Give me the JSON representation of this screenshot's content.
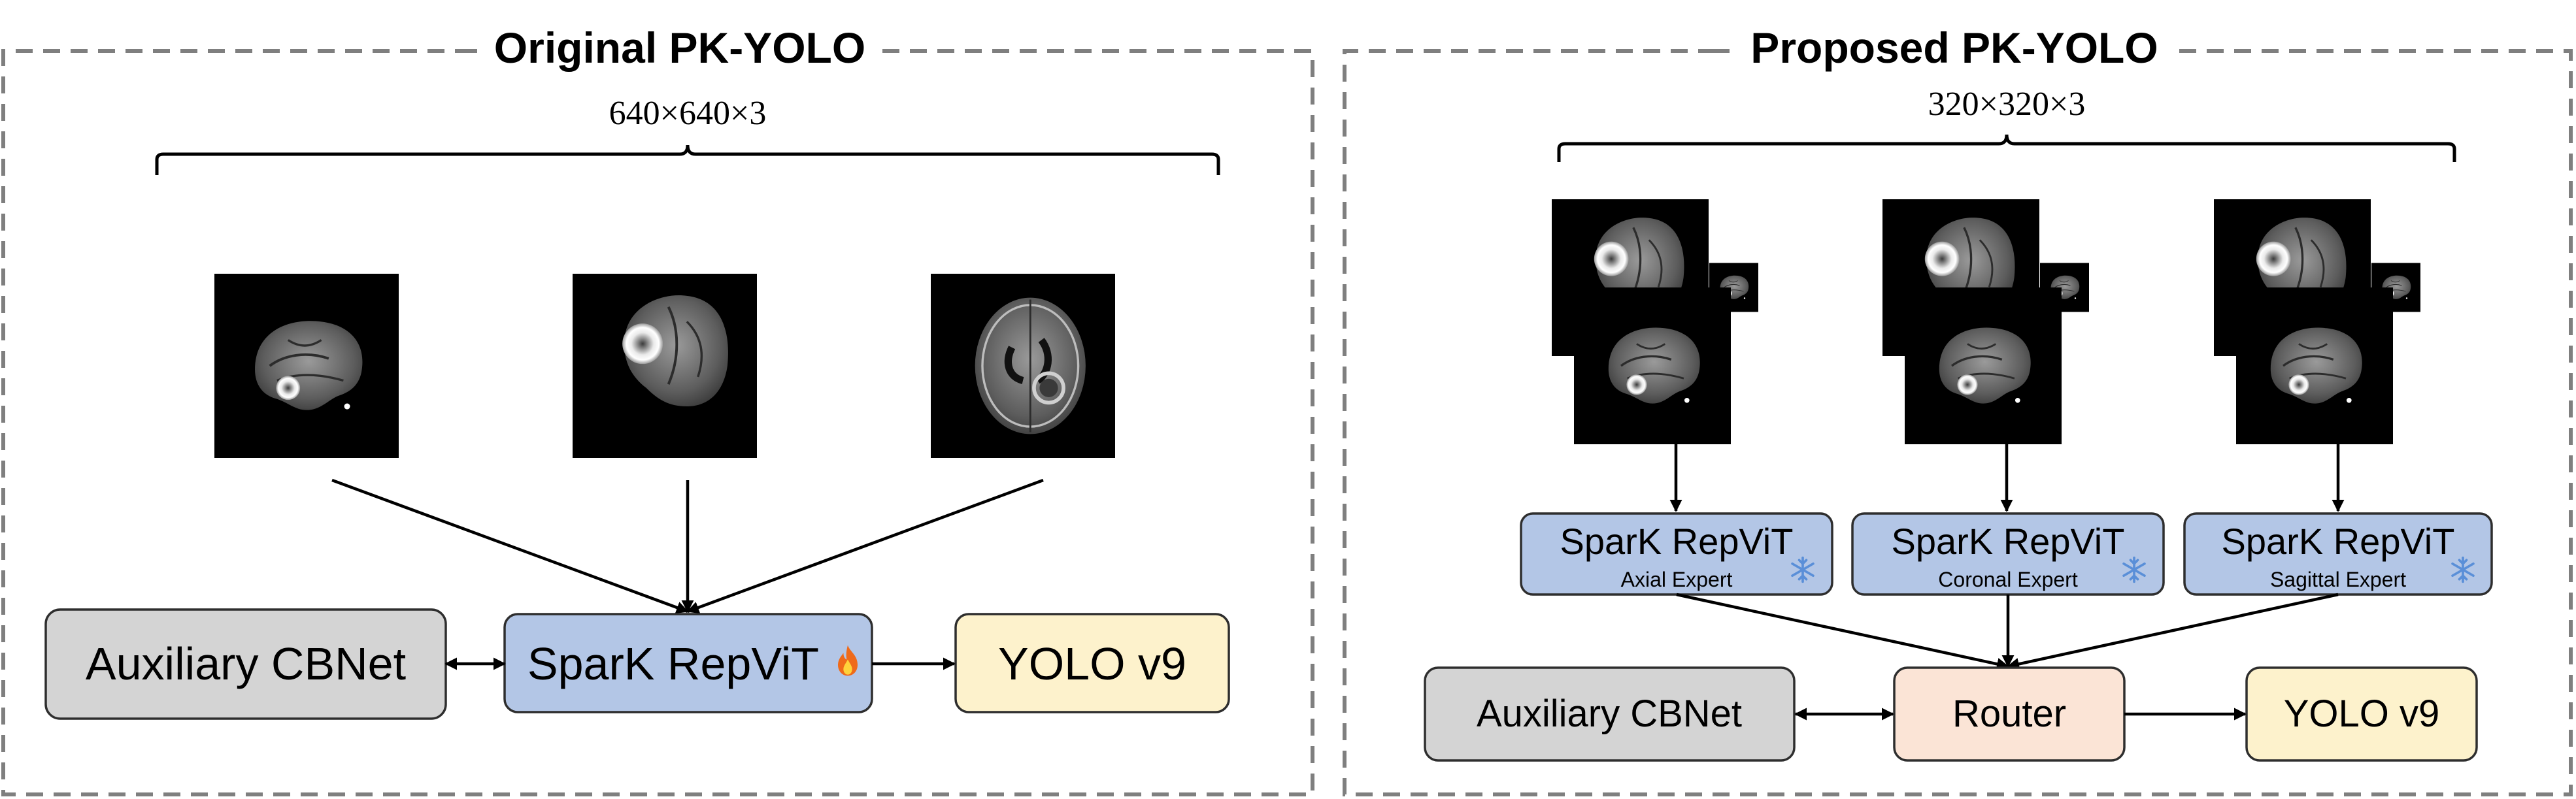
{
  "left_panel": {
    "title": "Original PK-YOLO",
    "input_size": "640×640×3",
    "auxiliary_label": "Auxiliary CBNet",
    "backbone_label": "SparK RepViT",
    "backbone_badge": "fire-icon",
    "detector_label": "YOLO v9"
  },
  "right_panel": {
    "title": "Proposed PK-YOLO",
    "input_size": "320×320×3",
    "experts": [
      {
        "label": "SparK RepViT",
        "sublabel": "Axial Expert",
        "badge": "snowflake-icon"
      },
      {
        "label": "SparK RepViT",
        "sublabel": "Coronal Expert",
        "badge": "snowflake-icon"
      },
      {
        "label": "SparK RepViT",
        "sublabel": "Sagittal Expert",
        "badge": "snowflake-icon"
      }
    ],
    "auxiliary_label": "Auxiliary CBNet",
    "router_label": "Router",
    "detector_label": "YOLO v9"
  },
  "colors": {
    "auxiliary": "#d4d4d4",
    "backbone": "#b3c6e6",
    "detector": "#fdf2cc",
    "router": "#fbe4d6",
    "frame": "#7f7f7f",
    "snowflake": "#5a8fd8",
    "fire": "#ef6a1a"
  }
}
